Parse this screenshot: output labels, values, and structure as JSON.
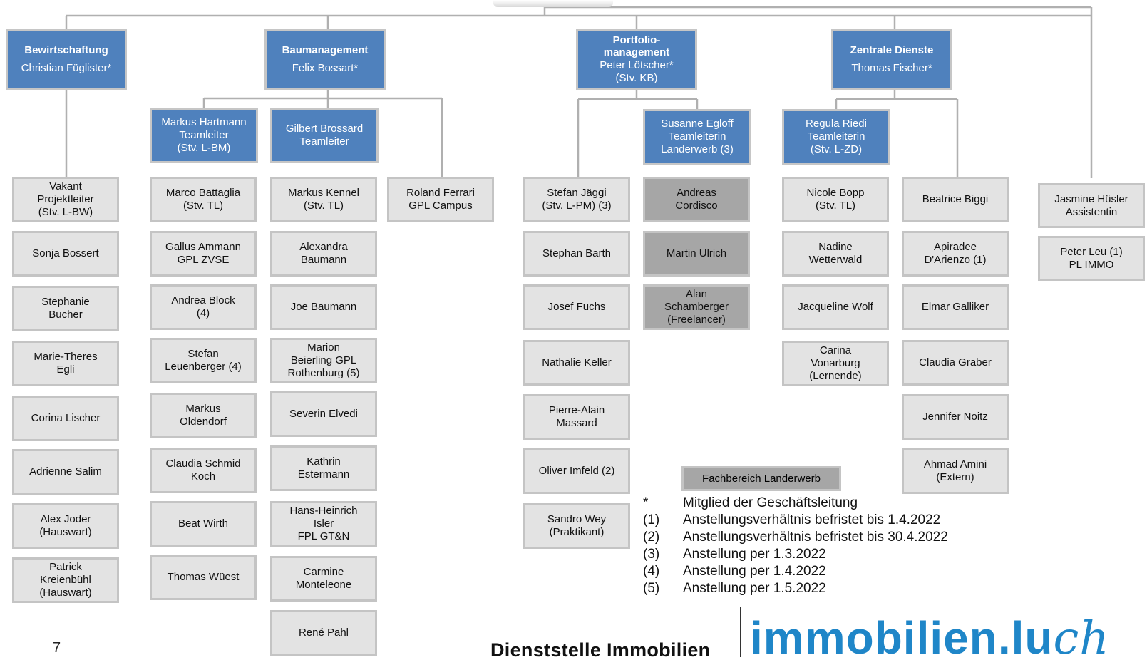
{
  "units": {
    "bewirtschaftung": {
      "title": "Bewirtschaftung",
      "head": "Christian Füglister*"
    },
    "baumanagement": {
      "title": "Baumanagement",
      "head": "Felix Bossart*"
    },
    "portfolio": {
      "title_1": "Portfolio-",
      "title_2": "management",
      "head": "Peter Lötscher*",
      "note": "(Stv. KB)"
    },
    "zentrale": {
      "title": "Zentrale Dienste",
      "head": "Thomas Fischer*"
    }
  },
  "team_leads": {
    "hartmann": [
      "Markus Hartmann",
      "Teamleiter",
      "(Stv. L-BM)"
    ],
    "brossard": [
      "Gilbert Brossard",
      "Teamleiter"
    ],
    "egloff": [
      "Susanne Egloff",
      "Teamleiterin",
      "Landerwerb (3)"
    ],
    "riedi": [
      "Regula Riedi",
      "Teamleiterin",
      "(Stv. L-ZD)"
    ]
  },
  "staff": {
    "bewirtschaftung": [
      [
        "Vakant",
        "Projektleiter",
        "(Stv. L-BW)"
      ],
      [
        "Sonja Bossert"
      ],
      [
        "Stephanie",
        "Bucher"
      ],
      [
        "Marie-Theres",
        "Egli"
      ],
      [
        "Corina Lischer"
      ],
      [
        "Adrienne Salim"
      ],
      [
        "Alex Joder",
        "(Hauswart)"
      ],
      [
        "Patrick",
        "Kreienbühl",
        "(Hauswart)"
      ]
    ],
    "hartmann_team": [
      [
        "Marco Battaglia",
        "(Stv. TL)"
      ],
      [
        "Gallus Ammann",
        "GPL ZVSE"
      ],
      [
        "Andrea Block",
        "(4)"
      ],
      [
        "Stefan",
        "Leuenberger (4)"
      ],
      [
        "Markus",
        "Oldendorf"
      ],
      [
        "Claudia Schmid",
        "Koch"
      ],
      [
        "Beat Wirth"
      ],
      [
        "Thomas Wüest"
      ]
    ],
    "brossard_team": [
      [
        "Markus Kennel",
        "(Stv. TL)"
      ],
      [
        "Alexandra",
        "Baumann"
      ],
      [
        "Joe Baumann"
      ],
      [
        "Marion",
        "Beierling GPL",
        "Rothenburg (5)"
      ],
      [
        "Severin Elvedi"
      ],
      [
        "Kathrin",
        "Estermann"
      ],
      [
        "Hans-Heinrich",
        "Isler",
        "FPL GT&N"
      ],
      [
        "Carmine",
        "Monteleone"
      ],
      [
        "René Pahl"
      ]
    ],
    "campus": [
      [
        "Roland Ferrari",
        "GPL Campus"
      ]
    ],
    "portfolio_team": [
      [
        "Stefan Jäggi",
        "(Stv. L-PM) (3)"
      ],
      [
        "Stephan Barth"
      ],
      [
        "Josef Fuchs"
      ],
      [
        "Nathalie Keller"
      ],
      [
        "Pierre-Alain",
        "Massard"
      ],
      [
        "Oliver Imfeld (2)"
      ],
      [
        "Sandro Wey",
        "(Praktikant)"
      ]
    ],
    "landerwerb_team": [
      [
        "Andreas",
        "Cordisco"
      ],
      [
        "Martin Ulrich"
      ],
      [
        "Alan",
        "Schamberger",
        "(Freelancer)"
      ]
    ],
    "riedi_team": [
      [
        "Nicole Bopp",
        "(Stv. TL)"
      ],
      [
        "Nadine",
        "Wetterwald"
      ],
      [
        "Jacqueline Wolf"
      ],
      [
        "Carina",
        "Vonarburg",
        "(Lernende)"
      ]
    ],
    "zentrale_team": [
      [
        "Beatrice Biggi"
      ],
      [
        "Apiradee",
        "D'Arienzo (1)"
      ],
      [
        "Elmar Galliker"
      ],
      [
        "Claudia Graber"
      ],
      [
        "Jennifer Noitz"
      ],
      [
        "Ahmad Amini",
        "(Extern)"
      ]
    ],
    "direct": [
      [
        "Jasmine Hüsler",
        "Assistentin"
      ],
      [
        "Peter Leu (1)",
        "PL IMMO"
      ]
    ]
  },
  "legend": {
    "tag": "Fachbereich Landerwerb",
    "items": [
      {
        "mark": "*",
        "text": "Mitglied der Geschäftsleitung"
      },
      {
        "mark": "(1)",
        "text": "Anstellungsverhältnis befristet bis 1.4.2022"
      },
      {
        "mark": "(2)",
        "text": "Anstellungsverhältnis befristet bis 30.4.2022"
      },
      {
        "mark": "(3)",
        "text": "Anstellung per 1.3.2022"
      },
      {
        "mark": "(4)",
        "text": "Anstellung per 1.4.2022"
      },
      {
        "mark": "(5)",
        "text": "Anstellung per 1.5.2022"
      }
    ]
  },
  "footer": {
    "page_number": "7",
    "department": "Dienststelle Immobilien",
    "logo_main": "immobilien.lu",
    "logo_suffix": "ch"
  },
  "colors": {
    "unit_blue": "#4f81bd",
    "staff_grey": "#e3e3e3",
    "landerwerb_grey": "#a6a6a6",
    "logo_blue": "#1f86c8"
  }
}
